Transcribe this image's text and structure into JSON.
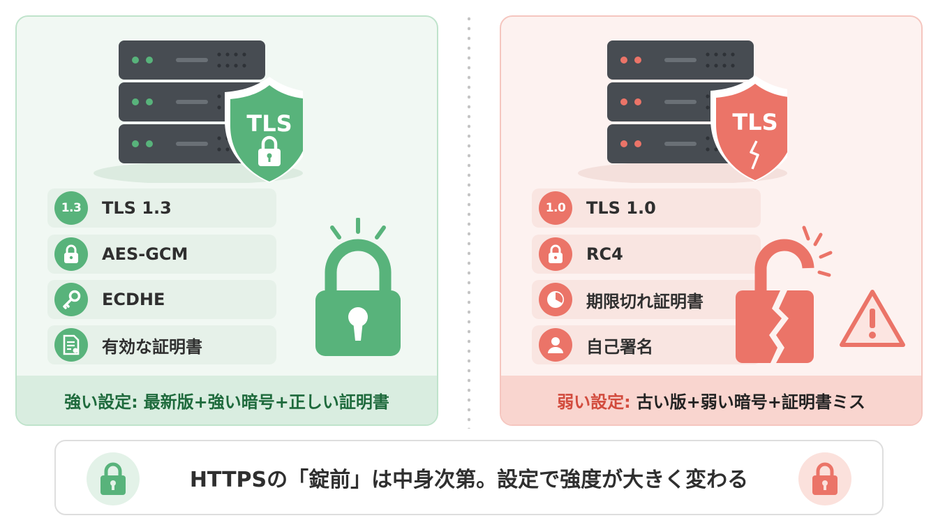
{
  "colors": {
    "good": "#58b37b",
    "good_dark": "#1e6a3c",
    "bad": "#eb7468",
    "bad_dark": "#d24b3d",
    "server": "#474c52"
  },
  "good_panel": {
    "shield_text": "TLS",
    "items": [
      {
        "icon": "version-badge-icon",
        "icon_text": "1.3",
        "label": "TLS 1.3"
      },
      {
        "icon": "lock-icon",
        "label": "AES-GCM"
      },
      {
        "icon": "key-icon",
        "label": "ECDHE"
      },
      {
        "icon": "certificate-icon",
        "label": "有効な証明書"
      }
    ],
    "footer_prefix": "強い設定:",
    "footer_text": "最新版+強い暗号+正しい証明書"
  },
  "bad_panel": {
    "shield_text": "TLS",
    "items": [
      {
        "icon": "version-badge-icon",
        "icon_text": "1.0",
        "label": "TLS 1.0"
      },
      {
        "icon": "lock-icon",
        "label": "RC4"
      },
      {
        "icon": "clock-icon",
        "label": "期限切れ証明書"
      },
      {
        "icon": "user-icon",
        "label": "自己署名"
      }
    ],
    "footer_prefix": "弱い設定:",
    "footer_text": "古い版+弱い暗号+証明書ミス"
  },
  "bottom_message": "HTTPSの「錠前」は中身次第。設定で強度が大きく変わる"
}
